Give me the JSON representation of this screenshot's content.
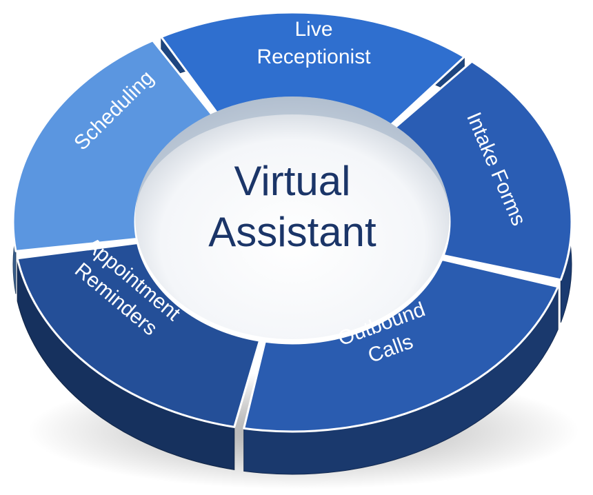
{
  "diagram": {
    "center": {
      "line1": "Virtual",
      "line2": "Assistant"
    },
    "segments": [
      {
        "id": "live-receptionist",
        "lines": [
          "Live",
          "Receptionist"
        ],
        "color": "#2f6fcf"
      },
      {
        "id": "intake-forms",
        "lines": [
          "Intake Forms"
        ],
        "color": "#2a5db4"
      },
      {
        "id": "outbound-calls",
        "lines": [
          "Outbound",
          "Calls"
        ],
        "color": "#2a5cb0"
      },
      {
        "id": "appointment-reminders",
        "lines": [
          "Appointment",
          "Reminders"
        ],
        "color": "#244f98"
      },
      {
        "id": "scheduling",
        "lines": [
          "Scheduling"
        ],
        "color": "#5b96e0"
      }
    ]
  }
}
